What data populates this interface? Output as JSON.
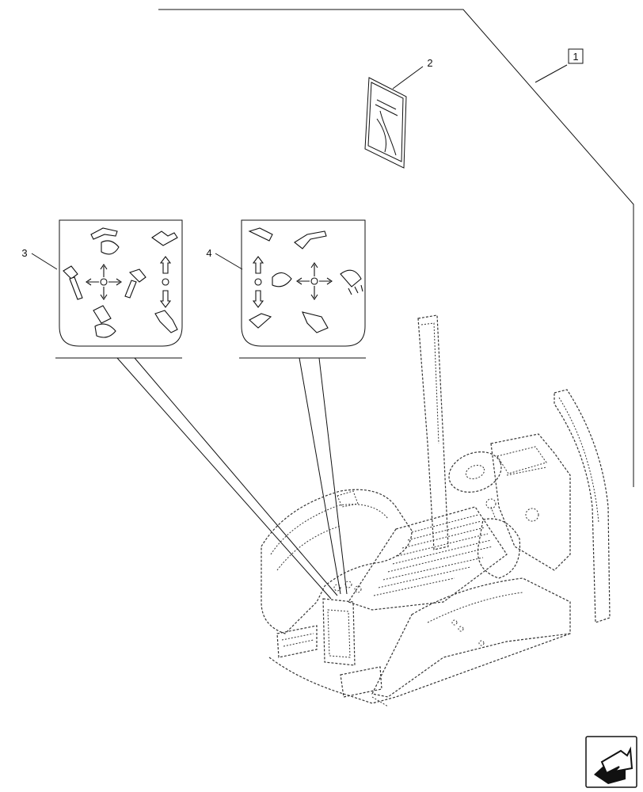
{
  "callouts": {
    "item1": "1",
    "item2": "2",
    "item3": "3",
    "item4": "4"
  },
  "manual_cover": {
    "title_line1": "",
    "title_line2": ""
  },
  "nav": {
    "icon": "next-page-arrow-icon"
  },
  "colors": {
    "line": "#111111",
    "background": "#ffffff"
  }
}
